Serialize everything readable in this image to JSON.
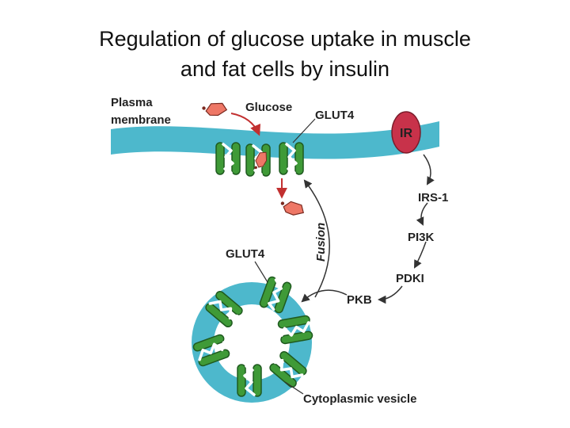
{
  "title": {
    "line1": "Regulation of glucose uptake in muscle",
    "line2": "and fat cells by insulin"
  },
  "labels": {
    "plasma_line1": "Plasma",
    "plasma_line2": "membrane",
    "glucose": "Glucose",
    "glut4_top": "GLUT4",
    "ir": "IR",
    "irs1": "IRS-1",
    "pi3k": "PI3K",
    "pdki": "PDKI",
    "pkb": "PKB",
    "fusion": "Fusion",
    "glut4_vesicle": "GLUT4",
    "vesicle": "Cytoplasmic vesicle"
  },
  "colors": {
    "membrane": "#4db8cc",
    "glut4": "#3f9a37",
    "glut4_dark": "#1f5a1f",
    "glucose": "#ee7766",
    "receptor": "#c8324a",
    "arrow": "#333333",
    "glucose_arrow": "#c23030"
  },
  "icons": {
    "glucose": "glucose-molecule-icon",
    "transporter": "glut4-transporter-icon",
    "receptor": "insulin-receptor-icon"
  }
}
